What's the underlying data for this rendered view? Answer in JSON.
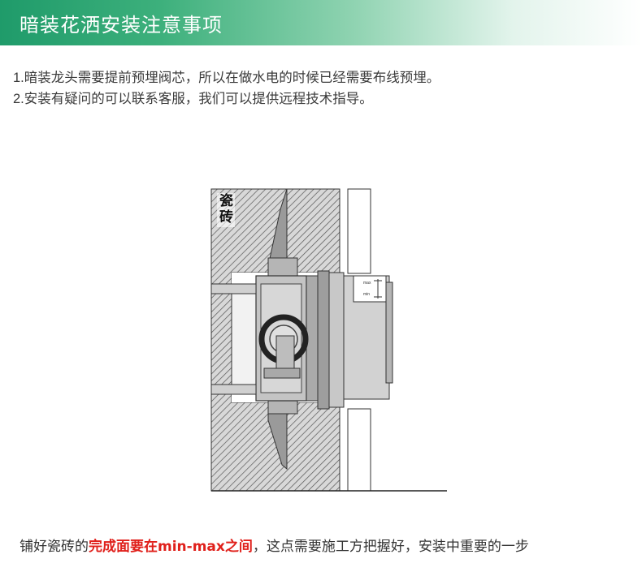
{
  "header": {
    "title": "暗装花洒安装注意事项"
  },
  "notes": [
    "1.暗装龙头需要提前预埋阀芯，所以在做水电的时候已经需要布线预埋。",
    "2.安装有疑问的可以联系客服，我们可以提供远程技术指导。"
  ],
  "diagram": {
    "wall_label": "瓷砖",
    "tick_labels": [
      "max",
      "min"
    ]
  },
  "footer": {
    "prefix": "铺好瓷砖的",
    "highlight": "完成面要在min-max之间",
    "suffix": "，这点需要施工方把握好，安装中重要的一步"
  },
  "colors": {
    "accent": "#1f9b6a",
    "highlight": "#e0201b"
  }
}
